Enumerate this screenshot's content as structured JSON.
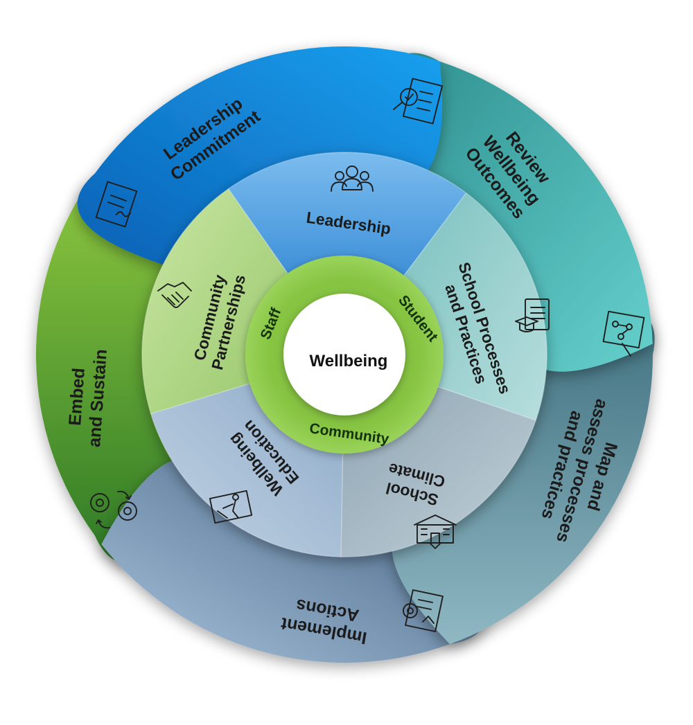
{
  "center": {
    "label": "Wellbeing"
  },
  "inner_ring": [
    {
      "id": "staff",
      "label": "Staff"
    },
    {
      "id": "student",
      "label": "Student"
    },
    {
      "id": "community",
      "label": "Community"
    }
  ],
  "middle_ring": [
    {
      "id": "leadership",
      "lines": [
        "Leadership"
      ],
      "icon": "people-group-icon",
      "color": "#5fa6e3"
    },
    {
      "id": "school-processes",
      "lines": [
        "School Processes",
        "and Practices"
      ],
      "icon": "graduate-document-icon",
      "color": "#9fcfcb"
    },
    {
      "id": "school-climate",
      "lines": [
        "School",
        "Climate"
      ],
      "icon": "school-building-icon",
      "color": "#9fb4c0"
    },
    {
      "id": "wellbeing-education",
      "lines": [
        "Wellbeing",
        "Education"
      ],
      "icon": "teaching-board-icon",
      "color": "#a7bfd7"
    },
    {
      "id": "community-partnerships",
      "lines": [
        "Community",
        "Partnerships"
      ],
      "icon": "handshake-icon",
      "color": "#b5d98a"
    }
  ],
  "outer_ring": [
    {
      "id": "leadership-commitment",
      "lines": [
        "Leadership",
        "Commitment"
      ],
      "icon": "signed-document-icon",
      "color": "#1d8be0"
    },
    {
      "id": "review-wellbeing-outcomes",
      "lines": [
        "Review",
        "Wellbeing",
        "Outcomes"
      ],
      "icon": "checklist-magnifier-icon",
      "color": "#44b3b1"
    },
    {
      "id": "map-assess",
      "lines": [
        "Map and",
        "assess processes",
        "and practices"
      ],
      "icon": "process-map-icon",
      "color": "#5e8c99"
    },
    {
      "id": "implement-actions",
      "lines": [
        "Implement",
        "Actions"
      ],
      "icon": "gear-document-icon",
      "color": "#6a8cab"
    },
    {
      "id": "embed-sustain",
      "lines": [
        "Embed",
        "and Sustain"
      ],
      "icon": "cycle-gears-icon",
      "color": "#5ea33d"
    }
  ]
}
